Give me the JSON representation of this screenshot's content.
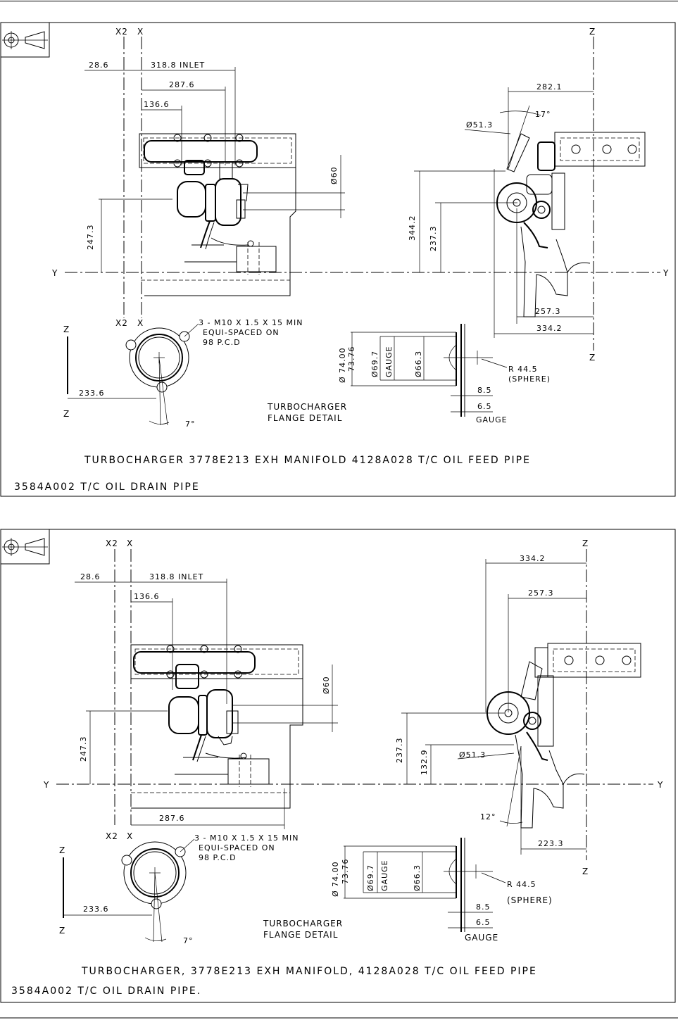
{
  "panels": [
    {
      "id": "top",
      "axes": {
        "x2": "X2",
        "x": "X",
        "z": "Z",
        "y": "Y"
      },
      "dims": {
        "d28_6": "28.6",
        "d318_8": "318.8 INLET",
        "d287_6": "287.6",
        "d136_6": "136.6",
        "d247_3": "247.3",
        "dia60": "Ø60",
        "d344_2": "344.2",
        "d237_3": "237.3",
        "d282_1": "282.1",
        "dia51_3": "Ø51.3",
        "ang17": "17°",
        "d257_3": "257.3",
        "d334_2": "334.2"
      },
      "flange": {
        "note1": "3 - M10 X 1.5 X 15 MIN",
        "note2": "EQUI-SPACED ON",
        "note3": "98 P.C.D",
        "d233_6": "233.6",
        "ang7": "7°",
        "title1": "TURBOCHARGER",
        "title2": "FLANGE DETAIL"
      },
      "gauge": {
        "dia74": "Ø 74.00",
        "dia73_76": "73.76",
        "dia69_7": "Ø69.7",
        "gauge_a": "GAUGE",
        "dia66_3": "Ø66.3",
        "r44_5": "R 44.5",
        "sphere": "(SPHERE)",
        "d8_5": "8.5",
        "d6_5": "6.5",
        "gauge_b": "GAUGE"
      },
      "caption1": "TURBOCHARGER  3778E213 EXH MANIFOLD  4128A028 T/C OIL FEED PIPE",
      "caption2": "3584A002 T/C OIL DRAIN PIPE"
    },
    {
      "id": "bottom",
      "axes": {
        "x2": "X2",
        "x": "X",
        "z": "Z",
        "y": "Y"
      },
      "dims": {
        "d28_6": "28.6",
        "d318_8": "318.8 INLET",
        "d136_6": "136.6",
        "d247_3": "247.3",
        "dia60": "Ø60",
        "d287_6": "287.6",
        "d334_2": "334.2",
        "d257_3": "257.3",
        "d237_3": "237.3",
        "d132_9": "132.9",
        "dia51_3": "Ø51.3",
        "ang12": "12°",
        "d223_3": "223.3"
      },
      "flange": {
        "note1": "3 - M10 X 1.5 X 15 MIN",
        "note2": "EQUI-SPACED ON",
        "note3": "98 P.C.D",
        "d233_6": "233.6",
        "ang7": "7°",
        "title1": "TURBOCHARGER",
        "title2": "FLANGE DETAIL"
      },
      "gauge": {
        "dia74": "Ø 74.00",
        "dia73_76": "73.76",
        "dia69_7": "Ø69.7",
        "gauge_a": "GAUGE",
        "dia66_3": "Ø66.3",
        "r44_5": "R 44.5",
        "sphere": "(SPHERE)",
        "d8_5": "8.5",
        "d6_5": "6.5",
        "gauge_b": "GAUGE"
      },
      "caption1": "TURBOCHARGER, 3778E213 EXH MANIFOLD, 4128A028 T/C OIL FEED PIPE",
      "caption2": "3584A002 T/C OIL DRAIN PIPE."
    }
  ]
}
